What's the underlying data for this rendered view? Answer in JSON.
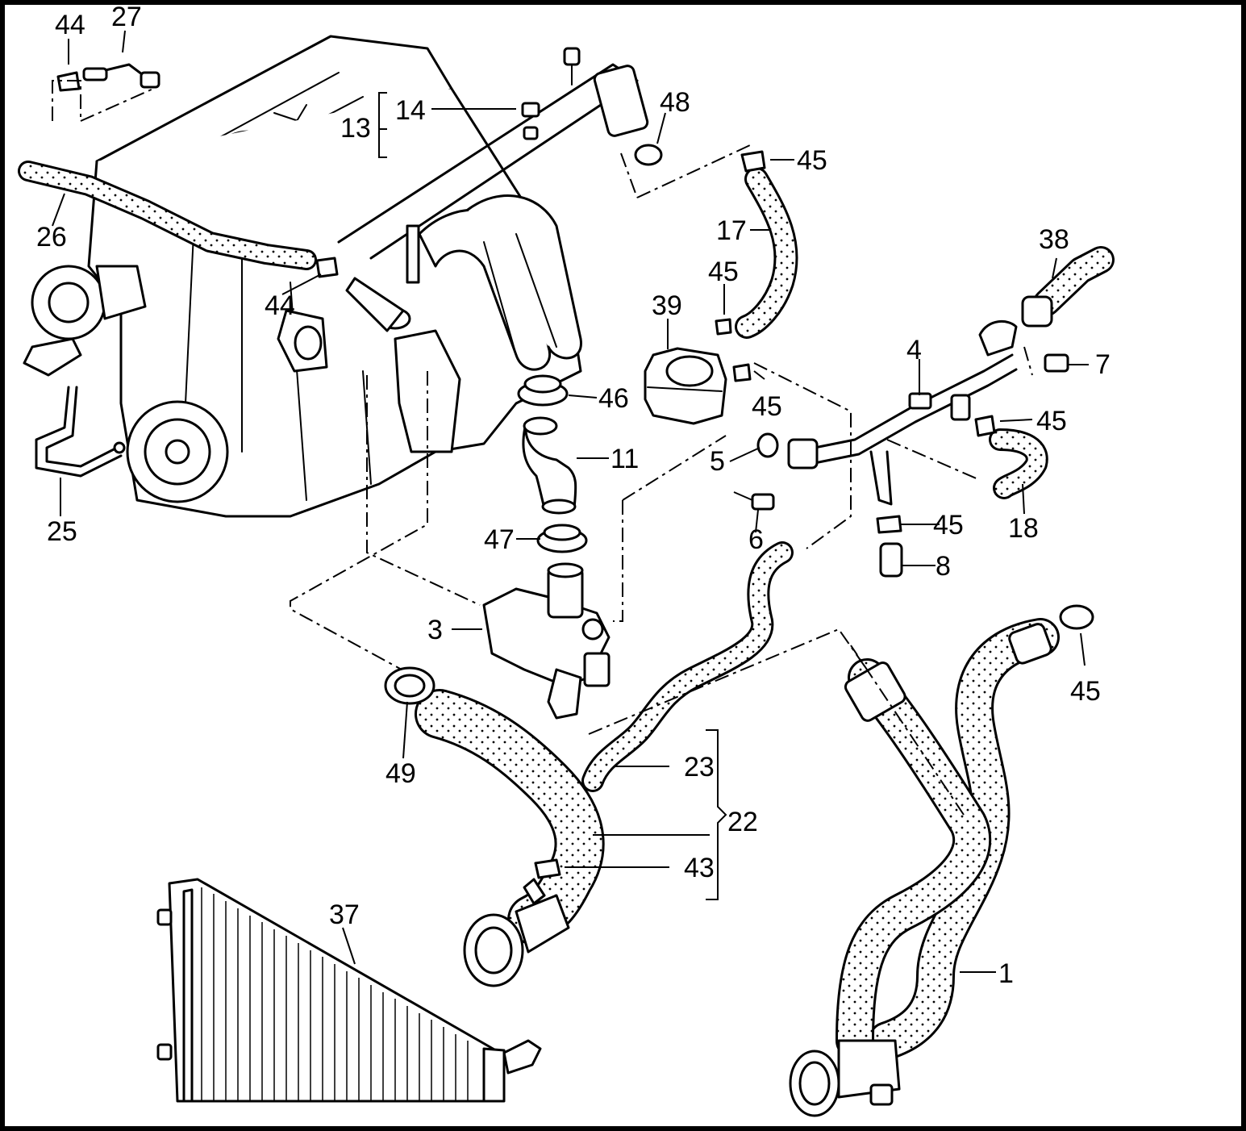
{
  "callouts": {
    "c1": "1",
    "c3": "3",
    "c4": "4",
    "c5": "5",
    "c6": "6",
    "c7": "7",
    "c8": "8",
    "c11": "11",
    "c13": "13",
    "c14": "14",
    "c17": "17",
    "c18": "18",
    "c22": "22",
    "c23": "23",
    "c25": "25",
    "c26": "26",
    "c27": "27",
    "c37": "37",
    "c38": "38",
    "c39": "39",
    "c43": "43",
    "c44a": "44",
    "c44b": "44",
    "c45a": "45",
    "c45b": "45",
    "c45c": "45",
    "c45d": "45",
    "c45e": "45",
    "c45f": "45",
    "c46": "46",
    "c47": "47",
    "c48": "48",
    "c49": "49"
  },
  "colors": {
    "line": "#000000",
    "background": "#ffffff"
  }
}
